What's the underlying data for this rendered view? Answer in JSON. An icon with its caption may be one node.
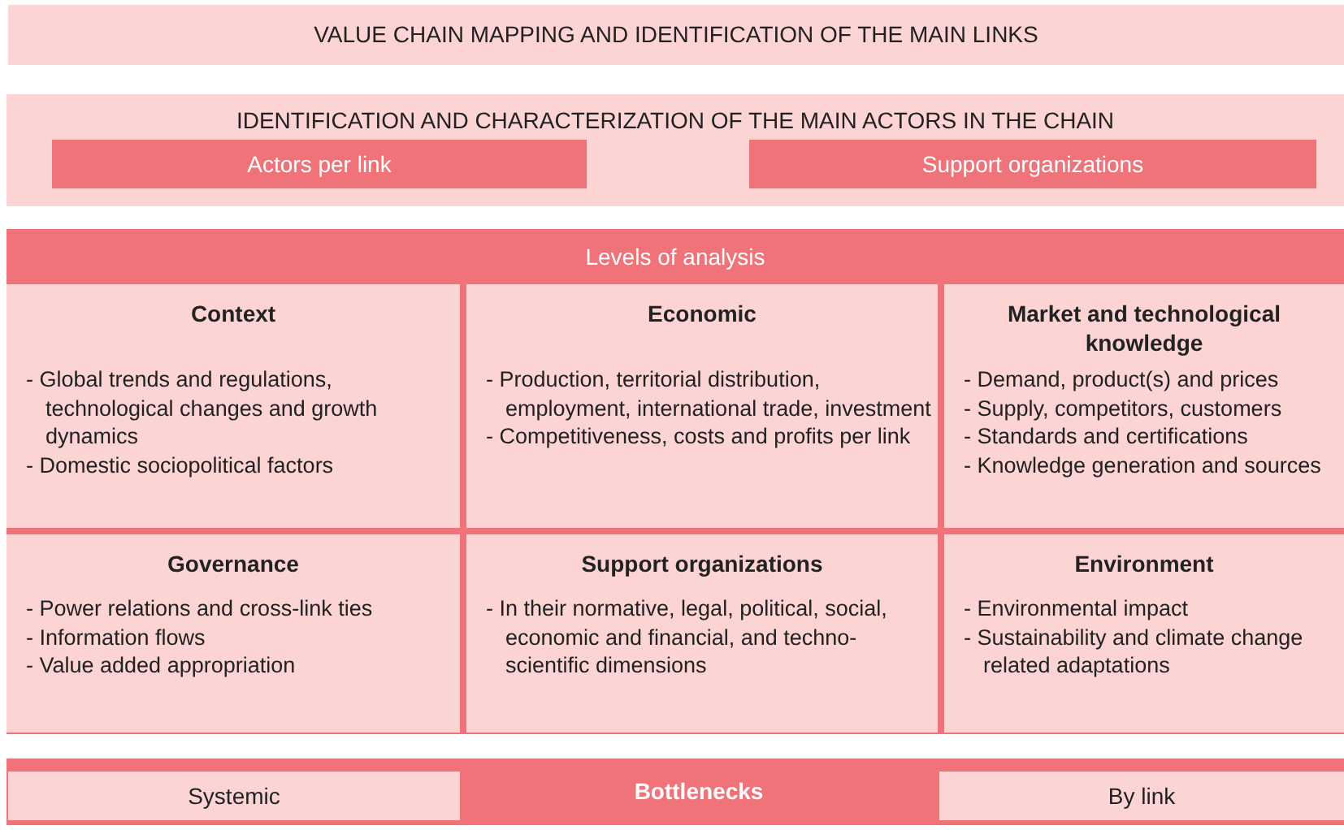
{
  "diagram": {
    "nodes": [
      {
        "text": [
          "VALUE CHAIN MAPPING AND IDENTIFICATION OF THE MAIN LINKS"
        ]
      },
      {
        "text": [
          "IDENTIFICATION AND CHARACTERIZATION OF THE MAIN ACTORS IN THE CHAIN"
        ]
      },
      {
        "text": [
          "Actors per link"
        ],
        "in": 1
      },
      {
        "text": [
          "Support organizations"
        ],
        "in": 1
      },
      {
        "text": [
          "Levels of analysis"
        ]
      },
      {
        "text": [
          "Context",
          "- Global trends and regulations, technological changes and growth dynamics",
          "- Domestic sociopolitical factors"
        ],
        "in": 4
      },
      {
        "text": [
          "Economic",
          "- Production, territorial distribution, employment, international trade, investment",
          "- Competitiveness, costs and profits per link"
        ],
        "in": 4
      },
      {
        "text": [
          "Market and technological knowledge",
          "- Demand, product(s) and prices",
          "- Supply, competitors, customers",
          "- Standards and certifications",
          "- Knowledge generation and sources"
        ],
        "in": 4
      },
      {
        "text": [
          "Governance",
          "- Power relations and cross-link ties",
          "- Information flows",
          "- Value added appropriation"
        ],
        "in": 4
      },
      {
        "text": [
          "Support organizations",
          "- In their normative, legal, political, social, economic and financial, and techno-scientific dimensions"
        ],
        "in": 4
      },
      {
        "text": [
          "Environment",
          "- Environmental impact",
          "- Sustainability and climate change related adaptations"
        ],
        "in": 4
      },
      {
        "text": [
          "Bottlenecks"
        ]
      },
      {
        "text": [
          "Systemic"
        ],
        "in": 11
      },
      {
        "text": [
          "By link"
        ],
        "in": 11
      }
    ]
  }
}
